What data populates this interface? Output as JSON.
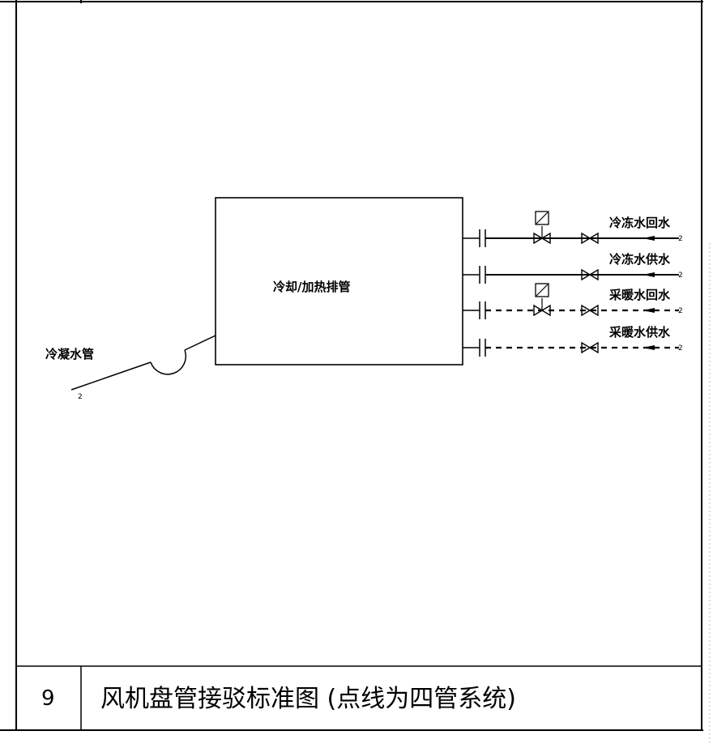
{
  "sheet": {
    "row_number": "9",
    "title": "风机盘管接驳标准图 (点线为四管系统)"
  },
  "diagram": {
    "unit_label": "冷却/加热排管",
    "condensate_label": "冷凝水管",
    "condensate_end_mark": "2",
    "pipes": [
      {
        "label": "冷冻水回水",
        "end_mark": "2",
        "style": "solid",
        "actuated_valve": true
      },
      {
        "label": "冷冻水供水",
        "end_mark": "2",
        "style": "solid",
        "actuated_valve": false
      },
      {
        "label": "采暖水回水",
        "end_mark": "2",
        "style": "dashed",
        "actuated_valve": true
      },
      {
        "label": "采暖水供水",
        "end_mark": "2",
        "style": "dashed",
        "actuated_valve": false
      }
    ]
  }
}
